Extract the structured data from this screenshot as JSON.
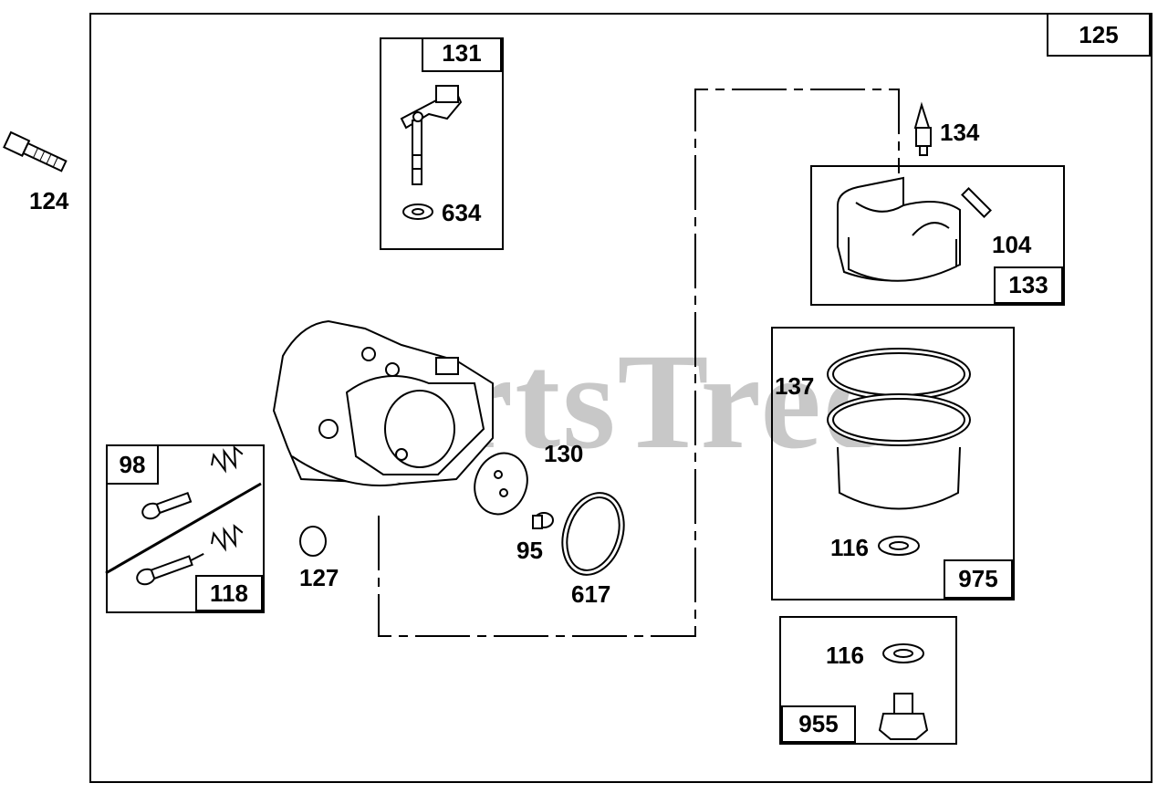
{
  "watermark": "PartsTree",
  "labels": {
    "p124": "124",
    "p125": "125",
    "p131": "131",
    "p634": "634",
    "p134": "134",
    "p104": "104",
    "p133": "133",
    "p137": "137",
    "p116a": "116",
    "p975": "975",
    "p116b": "116",
    "p955": "955",
    "p98": "98",
    "p118": "118",
    "p127": "127",
    "p130": "130",
    "p95": "95",
    "p617": "617"
  }
}
